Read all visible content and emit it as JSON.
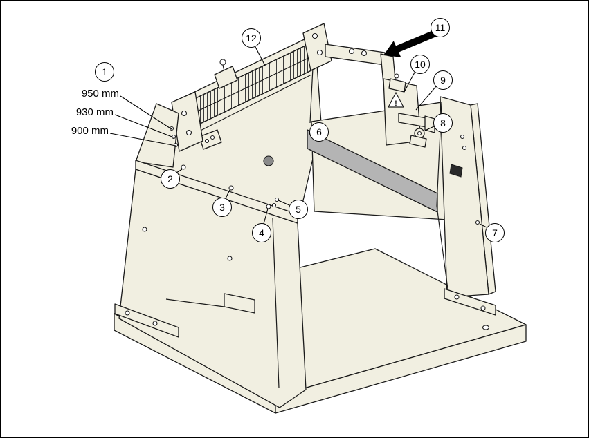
{
  "colors": {
    "background": "#ffffff",
    "border": "#000000",
    "machine_fill": "#f1efe1",
    "accent_gray": "#b4b4b4",
    "line": "#1a1a1a"
  },
  "callouts": [
    {
      "number": "1"
    },
    {
      "number": "2"
    },
    {
      "number": "3"
    },
    {
      "number": "4"
    },
    {
      "number": "5"
    },
    {
      "number": "6"
    },
    {
      "number": "7"
    },
    {
      "number": "8"
    },
    {
      "number": "9"
    },
    {
      "number": "10"
    },
    {
      "number": "11"
    },
    {
      "number": "12"
    }
  ],
  "dimension_labels": [
    {
      "text": "950 mm"
    },
    {
      "text": "930 mm"
    },
    {
      "text": "900 mm"
    }
  ],
  "machine": {
    "warning_symbol": "!"
  }
}
